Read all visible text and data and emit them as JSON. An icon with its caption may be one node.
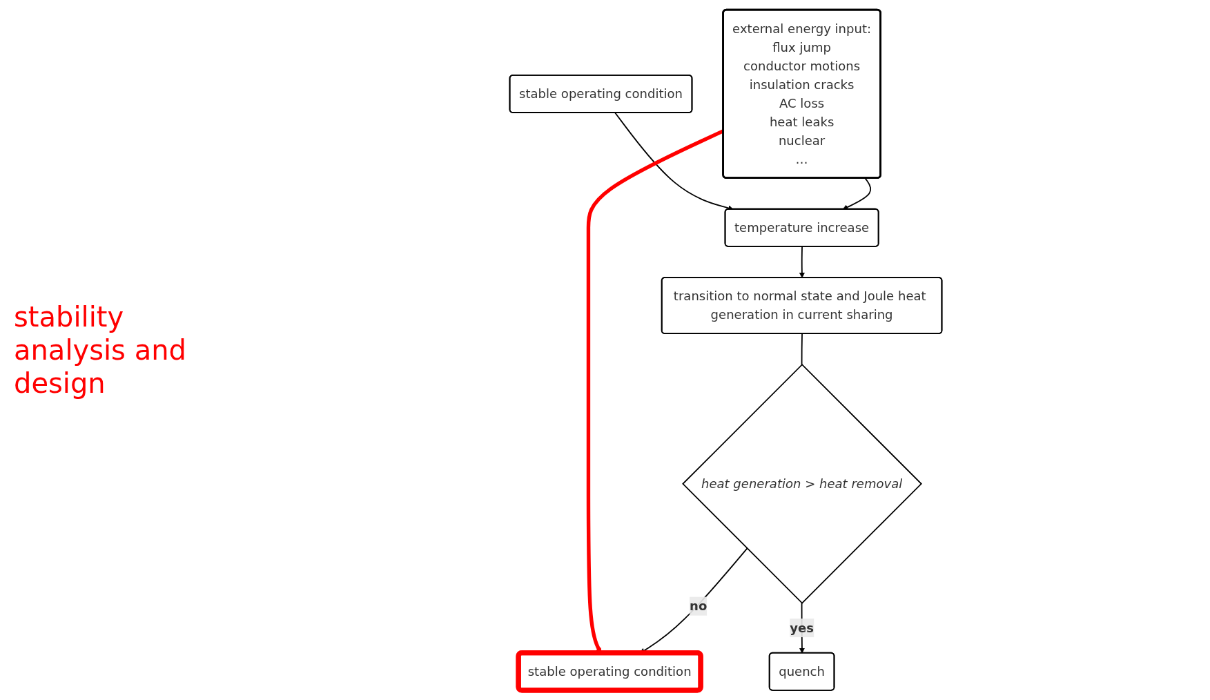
{
  "diagram": {
    "nodes": [
      {
        "text": [
          "external energy input:",
          "flux jump",
          "conductor motions",
          "insulation cracks",
          "AC loss",
          "heat leaks",
          "nuclear",
          "…"
        ]
      },
      {
        "text": [
          "stable operating condition"
        ]
      },
      {
        "text": [
          "temperature increase"
        ]
      },
      {
        "text": [
          "transition to normal state and Joule heat generation in current sharing"
        ]
      },
      {
        "text": [
          "heat generation > heat removal"
        ]
      },
      {
        "text": [
          "stable operating condition"
        ]
      },
      {
        "text": [
          "quench"
        ]
      }
    ],
    "edges": [
      {
        "from": 0,
        "to": 2,
        "arrow": "to"
      },
      {
        "from": 1,
        "to": 2,
        "arrow": "to"
      },
      {
        "from": 2,
        "to": 3,
        "arrow": "to"
      },
      {
        "from": 3,
        "to": 4,
        "arrow": "none"
      },
      {
        "from": 4,
        "to": 5,
        "arrow": "to",
        "label": "no"
      },
      {
        "from": 4,
        "to": 6,
        "arrow": "to",
        "label": "yes"
      },
      {
        "from": 0,
        "to": 5,
        "arrow": "to",
        "style": "thick",
        "color": "#ff0000"
      }
    ],
    "labels": [
      "stability analysis and design"
    ]
  }
}
